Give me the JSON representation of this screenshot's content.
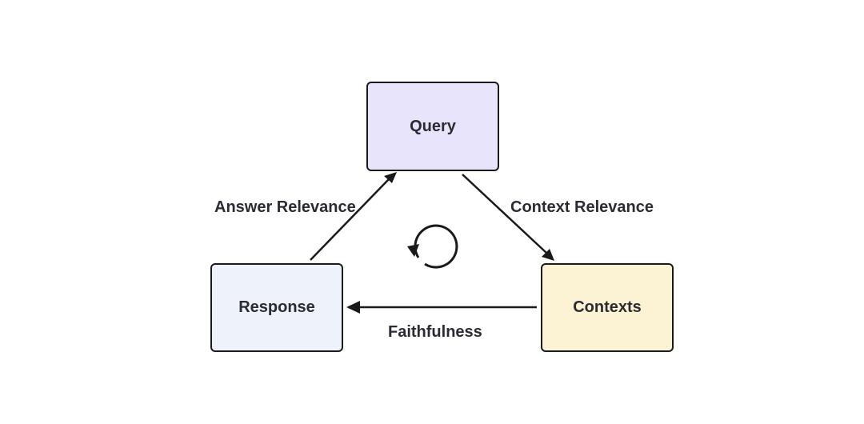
{
  "diagram": {
    "nodes": {
      "query": {
        "label": "Query",
        "fill": "#e8e4fb"
      },
      "response": {
        "label": "Response",
        "fill": "#eef3fb"
      },
      "contexts": {
        "label": "Contexts",
        "fill": "#fcf2d4"
      }
    },
    "edges": {
      "answer_relevance": {
        "label": "Answer Relevance",
        "from": "Response",
        "to": "Query"
      },
      "context_relevance": {
        "label": "Context Relevance",
        "from": "Query",
        "to": "Contexts"
      },
      "faithfulness": {
        "label": "Faithfulness",
        "from": "Contexts",
        "to": "Response"
      }
    },
    "center_icon": "cycle-arrow-icon",
    "colors": {
      "stroke": "#1a1a1a",
      "text": "#2b2b33",
      "background": "#ffffff"
    }
  }
}
